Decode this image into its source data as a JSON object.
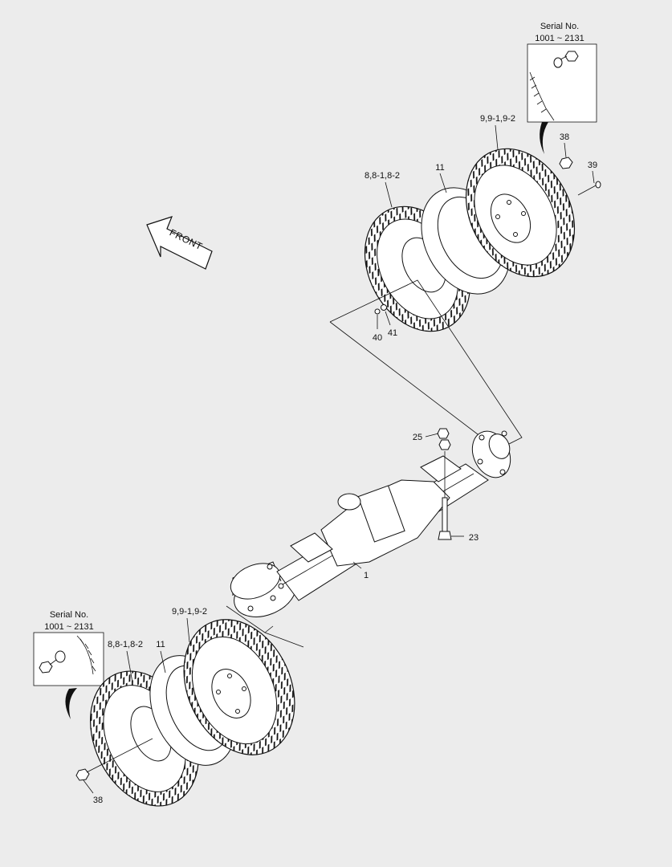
{
  "serial_boxes": {
    "top": {
      "line1": "Serial No.",
      "line2": "1001 ~ 2131"
    },
    "bottom": {
      "line1": "Serial No.",
      "line2": "1001 ~ 2131"
    }
  },
  "front_arrow": {
    "label": "FRONT"
  },
  "callouts": {
    "top_outer_tire": "9,9-1,9-2",
    "top_inner_tire": "8,8-1,8-2",
    "top_spacer": "11",
    "top_nut": "38",
    "top_bolt": "39",
    "top_stud_a": "40",
    "top_stud_b": "41",
    "axle_nuts": "25",
    "axle_bolt": "23",
    "axle": "1",
    "bottom_outer_tire": "9,9-1,9-2",
    "bottom_inner_tire": "8,8-1,8-2",
    "bottom_spacer": "11",
    "bottom_nut": "38"
  }
}
